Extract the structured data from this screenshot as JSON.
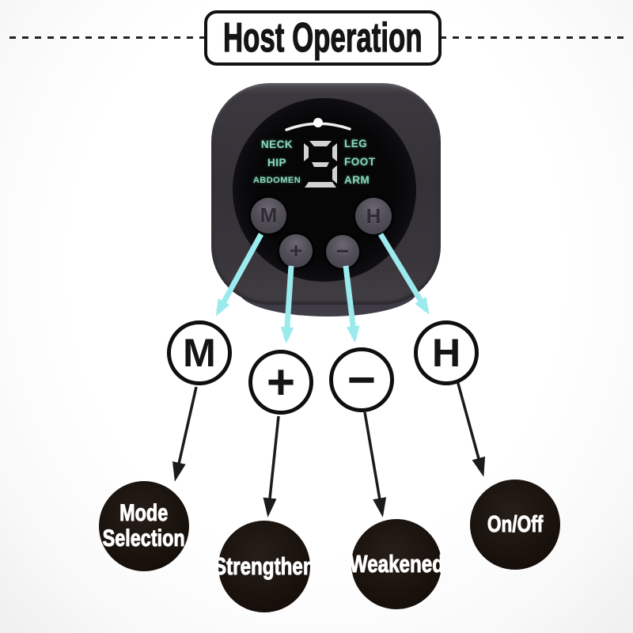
{
  "title": "Host Operation",
  "device": {
    "display_value": "9",
    "screen_left_labels": [
      "NECK",
      "HIP",
      "ABDOMEN"
    ],
    "screen_right_labels": [
      "LEG",
      "FOOT",
      "ARM"
    ],
    "buttons": [
      "M",
      "+",
      "−",
      "H"
    ]
  },
  "key_circles": [
    "M",
    "+",
    "−",
    "H"
  ],
  "functions": [
    "Mode Selection",
    "Strengthen",
    "Weakened",
    "On/Off"
  ],
  "colors": {
    "arrow_teal": "#9bebee",
    "screen_text": "#89d8b9",
    "line_black": "#1b1b1b"
  }
}
